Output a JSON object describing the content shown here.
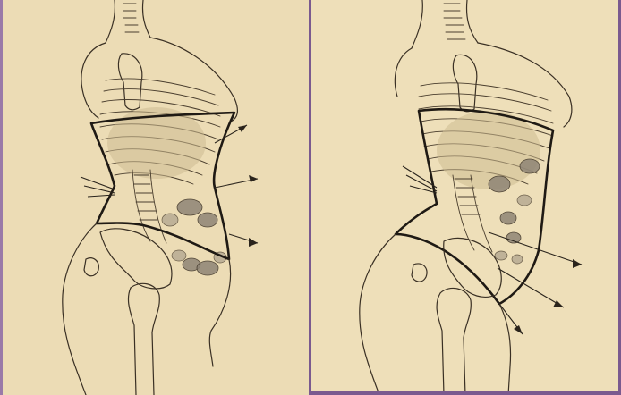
{
  "panels": [
    {
      "id": "left",
      "subject": "corseted-torso-illustration"
    },
    {
      "id": "right",
      "subject": "corseted-torso-illustration"
    }
  ],
  "colors": {
    "paper_left": "#ecdcb5",
    "paper_right": "#eedfb9",
    "ink": "#3a3024",
    "border": "#7a5a8f"
  }
}
